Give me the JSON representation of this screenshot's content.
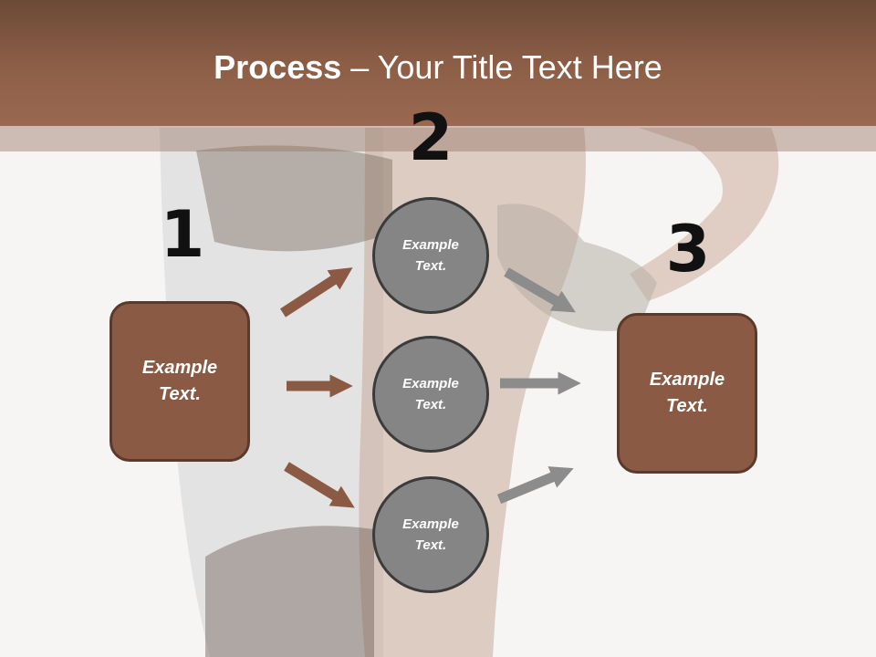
{
  "title": {
    "bold": "Process",
    "rest": " – Your Title Text Here"
  },
  "steps": [
    {
      "number": "1",
      "text": "Example Text."
    },
    {
      "number": "2",
      "circles": [
        "Example Text.",
        "Example Text.",
        "Example Text."
      ]
    },
    {
      "number": "3",
      "text": "Example Text."
    }
  ],
  "colors": {
    "header": "#8e5f47",
    "box_fill": "#8a5a44",
    "circle_fill": "#858585",
    "arrow_brown": "#8a5a44",
    "arrow_gray": "#8c8c8c"
  }
}
